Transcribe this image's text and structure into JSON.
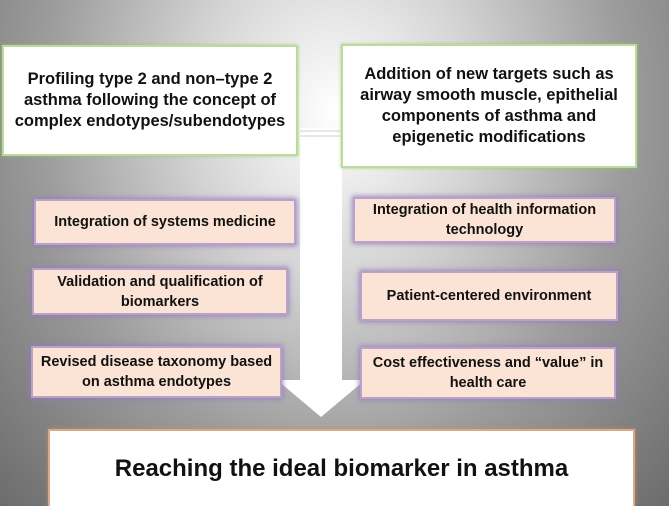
{
  "top_left_box": "Profiling type 2 and non–type 2 asthma following the concept of complex endotypes/subendotypes",
  "top_right_box": "Addition of new targets such as airway smooth muscle, epithelial components of asthma and epigenetic modifications",
  "left_items": [
    "Integration of systems medicine",
    "Validation and qualification of biomarkers",
    "Revised disease taxonomy based on asthma endotypes"
  ],
  "right_items": [
    "Integration of health information technology",
    "Patient-centered environment",
    "Cost effectiveness and “value” in health care"
  ],
  "goal": "Reaching the ideal biomarker in asthma",
  "colors": {
    "top_box_border": "#b9dc9a",
    "item_fill": "#fbe4d5",
    "item_glow": "#b7a3c9",
    "goal_border": "#d9a98a",
    "arrow": "#ffffff"
  }
}
